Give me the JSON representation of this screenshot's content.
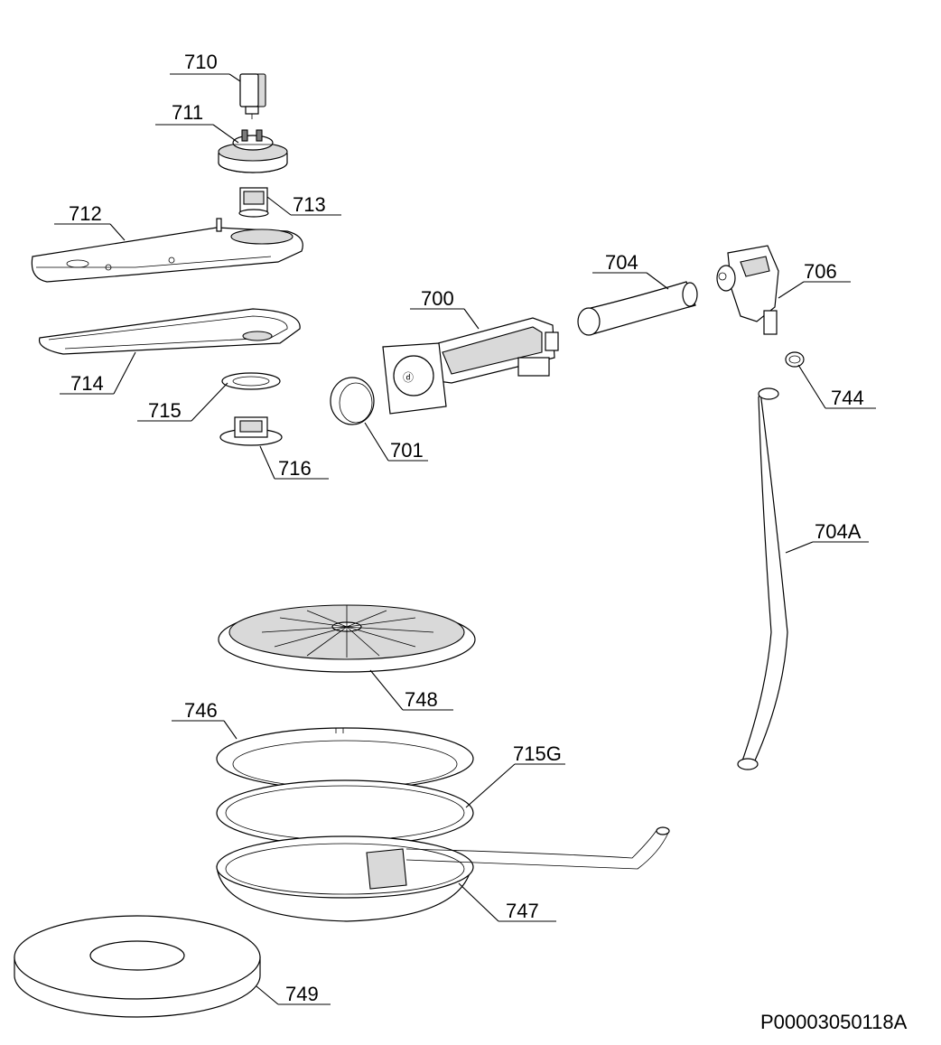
{
  "parts": {
    "p710": "710",
    "p711": "711",
    "p713": "713",
    "p712": "712",
    "p714": "714",
    "p715": "715",
    "p716": "716",
    "p700": "700",
    "p701": "701",
    "p704": "704",
    "p706": "706",
    "p744": "744",
    "p704A": "704A",
    "p748": "748",
    "p746": "746",
    "p715G": "715G",
    "p747": "747",
    "p749": "749"
  },
  "document_id": "P00003050118A"
}
